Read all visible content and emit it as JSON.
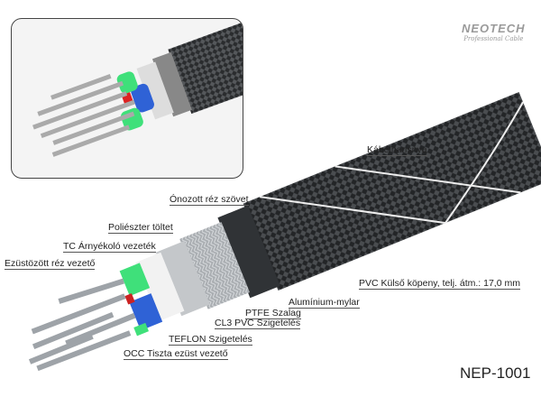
{
  "brand": {
    "name": "NEOTECH",
    "tagline": "Professional Cable"
  },
  "model": "NEP-1001",
  "labels": {
    "jacket_braid": "Kábelharisnya",
    "tinned_copper": "Ónozott réz szövet",
    "polyester": "Poliészter töltet",
    "tc_shield": "TC Árnyékoló vezeték",
    "silver_copper": "Ezüstözött réz vezető",
    "pvc_outer": "PVC Külső köpeny, telj. átm.: 17,0 mm",
    "al_mylar": "Alumínium-mylar",
    "ptfe": "PTFE Szalag",
    "cl3": "CL3 PVC Szigetelés",
    "teflon": "TEFLON Szigetelés",
    "occ": "OCC Tiszta ezüst vezető"
  },
  "colors": {
    "green": "#3fe07a",
    "blue": "#2f62d6",
    "jacket": "#2a2c2e",
    "braid": "#b8bcc0"
  }
}
